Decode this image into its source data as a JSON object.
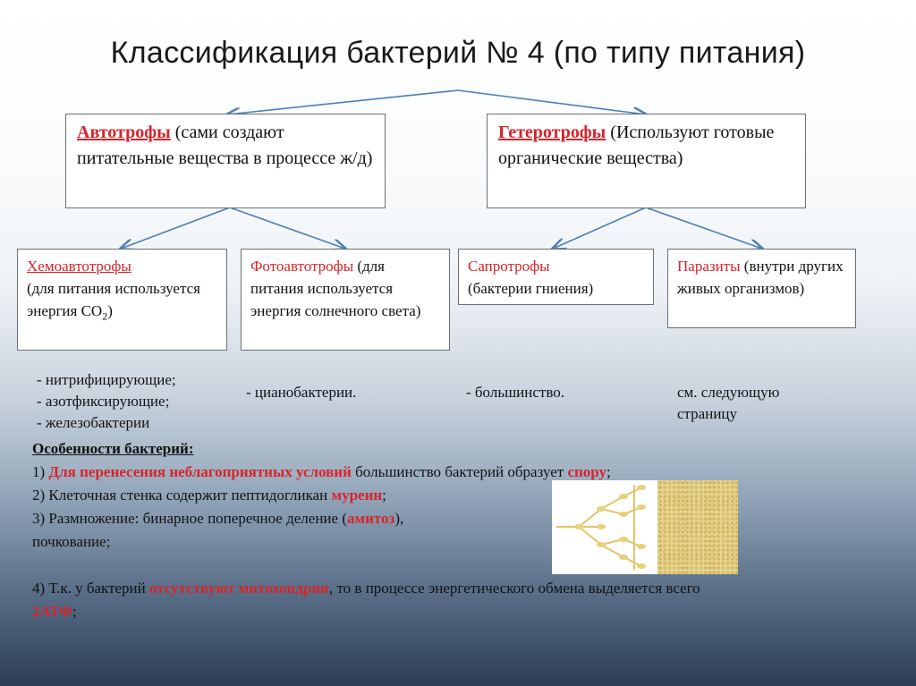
{
  "title": "Классификация бактерий № 4 (по типу питания)",
  "nodes": {
    "autotrophs": {
      "term": "Автотрофы",
      "desc": " (сами создают питательные вещества в процессе ж/д)"
    },
    "heterotrophs": {
      "term": "Гетеротрофы",
      "desc": " (Используют готовые органические вещества)"
    },
    "chemo": {
      "term": "Хемоавтотрофы",
      "desc_pre": "(для питания используется энергия СО",
      "sub": "2",
      "desc_post": ")"
    },
    "photo": {
      "term": "Фотоавтотрофы",
      "desc": " (для питания используется энергия солнечного света)"
    },
    "sapro": {
      "term": "Сапротрофы",
      "desc": "(бактерии гниения)"
    },
    "parasites": {
      "term": "Паразиты",
      "desc": " (внутри других живых организмов)"
    }
  },
  "lists": {
    "chemo": [
      "- нитрифицирующие;",
      "- азотфиксирующие;",
      "- железобактерии"
    ],
    "photo": "- цианобактерии.",
    "sapro": "- большинство.",
    "parasites": [
      "см. следующую",
      "страницу"
    ]
  },
  "features": {
    "heading": "Особенности бактерий:",
    "f1_pre": "1) ",
    "f1_red": "Для перенесения неблагоприятных условий",
    "f1_mid": " большинство бактерий образует ",
    "f1_red2": "спору",
    "f1_end": ";",
    "f2_pre": "2) Клеточная стенка содержит пептидогликан ",
    "f2_red": "муреин",
    "f2_end": ";",
    "f3_pre": "3) Размножение: бинарное поперечное деление (",
    "f3_red": "амитоз",
    "f3_end": "),",
    "f3_line2": "почкование;",
    "f4_pre": "4) Т.к. у бактерий ",
    "f4_red": "отсутствуют митохондрии",
    "f4_mid": ", то в процессе энергетического обмена выделяется всего",
    "f4_red2": "2АТФ",
    "f4_end": ";"
  },
  "colors": {
    "accent_red": "#d8232a",
    "connector": "#4a7fb8",
    "box_border": "#6a6f78"
  }
}
